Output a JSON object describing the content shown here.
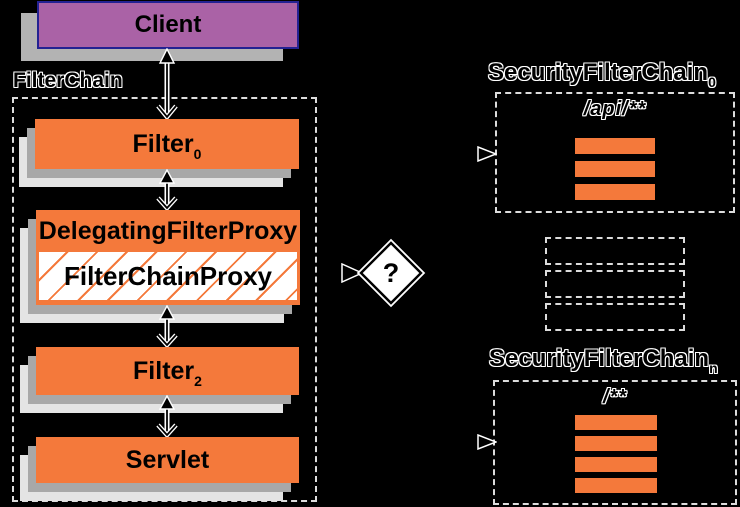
{
  "diagram": {
    "title_left": "FilterChain",
    "client": {
      "label": "Client"
    },
    "filter_chain": {
      "filter0": {
        "base": "Filter",
        "sub": "0"
      },
      "delegating_filter_proxy": {
        "label": "DelegatingFilterProxy"
      },
      "filter_chain_proxy": {
        "label": "FilterChainProxy"
      },
      "filter2": {
        "base": "Filter",
        "sub": "2"
      },
      "servlet": {
        "label": "Servlet"
      }
    },
    "decision": {
      "label": "?"
    },
    "security_filter_chains": [
      {
        "title_base": "SecurityFilterChain",
        "title_sub": "0",
        "url_pattern": "/api/**",
        "filter_count": 3
      },
      {
        "title_base": "SecurityFilterChain",
        "title_sub": "n",
        "url_pattern": "/**",
        "filter_count": 4
      }
    ],
    "ellipsis_chain_count": 3,
    "colors": {
      "background": "#000000",
      "box_orange": "#f4793b",
      "client_purple": "#aa62a6",
      "client_border_blue": "#232192",
      "shadow_mid": "#a8a8a8",
      "shadow_light": "#e4e4e4",
      "dashed_line": "#dcdcdc",
      "inner_box_white": "#ffffff"
    }
  }
}
